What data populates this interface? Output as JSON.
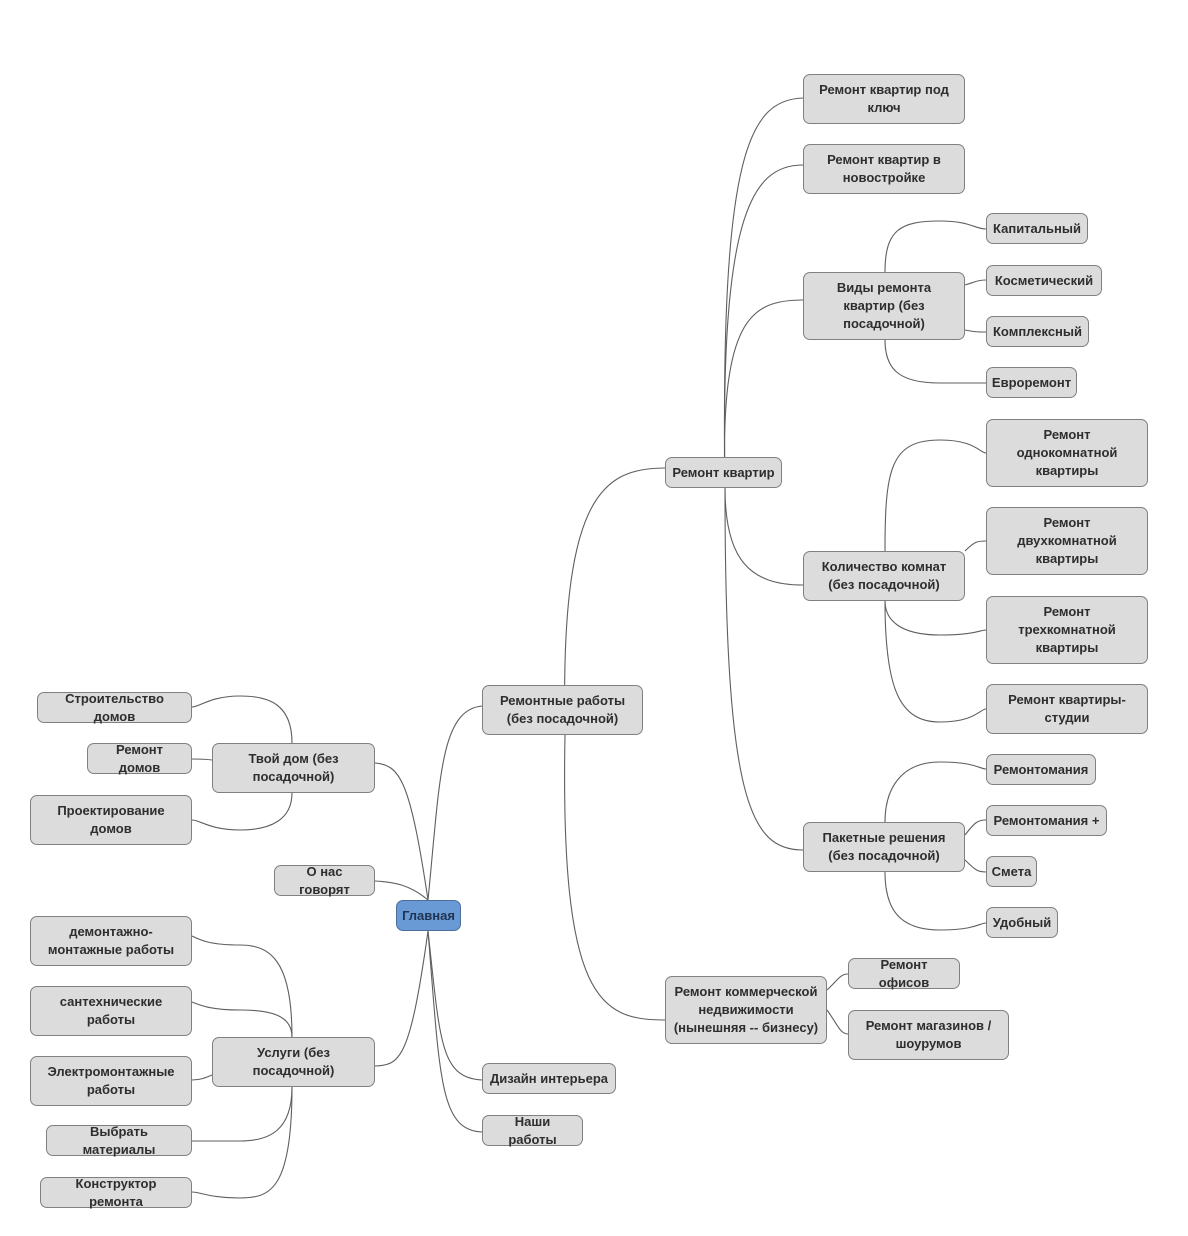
{
  "colors": {
    "node_fill": "#dcdcdc",
    "node_border": "#808080",
    "root_fill": "#6a9ad6",
    "link": "#5f5f5f"
  },
  "nodes": {
    "root": "Главная",
    "remont_raboty": "Ремонтные работы (без посадочной)",
    "remont_kvartir": "Ремонт квартир",
    "pod_kluch": "Ремонт квартир под ключ",
    "novostroyka": "Ремонт квартир в новостройке",
    "vidy": "Виды ремонта квартир (без посадочной)",
    "kapitalny": "Капитальный",
    "kosmetichesky": "Косметический",
    "kompleksny": "Комплексный",
    "evroremont": "Евроремонт",
    "kolichestvo": "Количество комнат (без посадочной)",
    "odnokomn": "Ремонт однокомнатной квартиры",
    "dvukhkomn": "Ремонт двухкомнатной квартиры",
    "trekhkomn": "Ремонт трехкомнатной квартиры",
    "studiya": "Ремонт квартиры-студии",
    "paketnye": "Пакетные решения (без посадочной)",
    "remontomaniya": "Ремонтомания",
    "remontomaniya_plus": "Ремонтомания +",
    "smeta": "Смета",
    "udobny": "Удобный",
    "kommerch": "Ремонт коммерческой недвижимости (нынешняя -- бизнесу)",
    "ofisy": "Ремонт офисов",
    "magaziny": "Ремонт магазинов / шоурумов",
    "dizayn": "Дизайн интерьера",
    "nashi_raboty": "Наши работы",
    "tvoy_dom": "Твой дом (без посадочной)",
    "stroitelstvo": "Строительство домов",
    "remont_domov": "Ремонт домов",
    "proektirovanie": "Проектирование домов",
    "o_nas": "О нас говорят",
    "uslugi": "Услуги (без посадочной)",
    "demontazh": "демонтажно-монтажные работы",
    "santekh": "сантехнические работы",
    "elektro": "Электромонтажные работы",
    "materialy": "Выбрать материалы",
    "konstruktor": "Конструктор ремонта"
  }
}
